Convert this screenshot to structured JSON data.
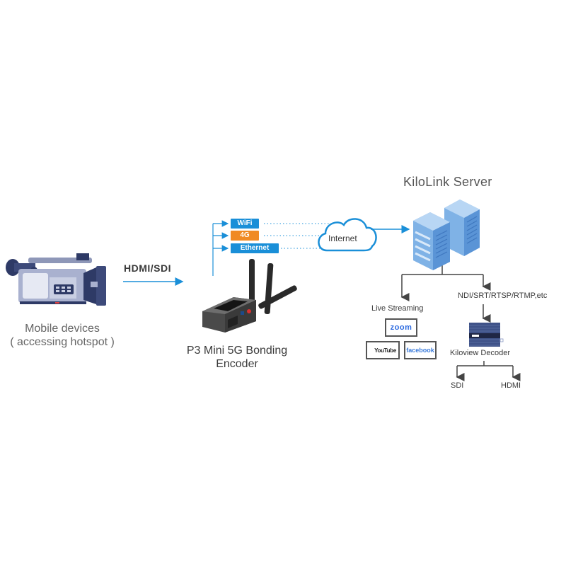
{
  "diagram": {
    "source": {
      "label_line1": "Mobile devices",
      "label_line2": "( accessing hotspot )",
      "icon": "video-camera-icon"
    },
    "input_link": {
      "label": "HDMI/SDI"
    },
    "encoder": {
      "label_line1": "P3 Mini 5G Bonding",
      "label_line2": "Encoder",
      "icon": "encoder-device-icon"
    },
    "connections": [
      {
        "label": "WiFi",
        "color": "#1a8fd8"
      },
      {
        "label": "4G",
        "color": "#f08a24"
      },
      {
        "label": "Ethernet",
        "color": "#1a8fd8"
      }
    ],
    "cloud": {
      "label": "Internet",
      "icon": "cloud-icon"
    },
    "server": {
      "title": "KiloLink Server",
      "icon": "server-icon"
    },
    "branches": {
      "live_streaming": {
        "label": "Live Streaming",
        "platforms": [
          {
            "label": "zoom",
            "color": "#2d6be0"
          },
          {
            "label": "YouTube",
            "color": "#222222"
          },
          {
            "label": "facebook",
            "color": "#3b7bdb"
          }
        ]
      },
      "protocols": {
        "label": "NDI/SRT/RTSP/RTMP,etc"
      },
      "decoder": {
        "label": "Kiloview Decoder",
        "icon": "decoder-device-icon",
        "outputs": [
          "SDI",
          "HDMI"
        ]
      }
    },
    "colors": {
      "accent_blue": "#1a8fd8",
      "accent_orange": "#f08a24",
      "line_gray": "#444444",
      "text_gray": "#555555"
    }
  }
}
